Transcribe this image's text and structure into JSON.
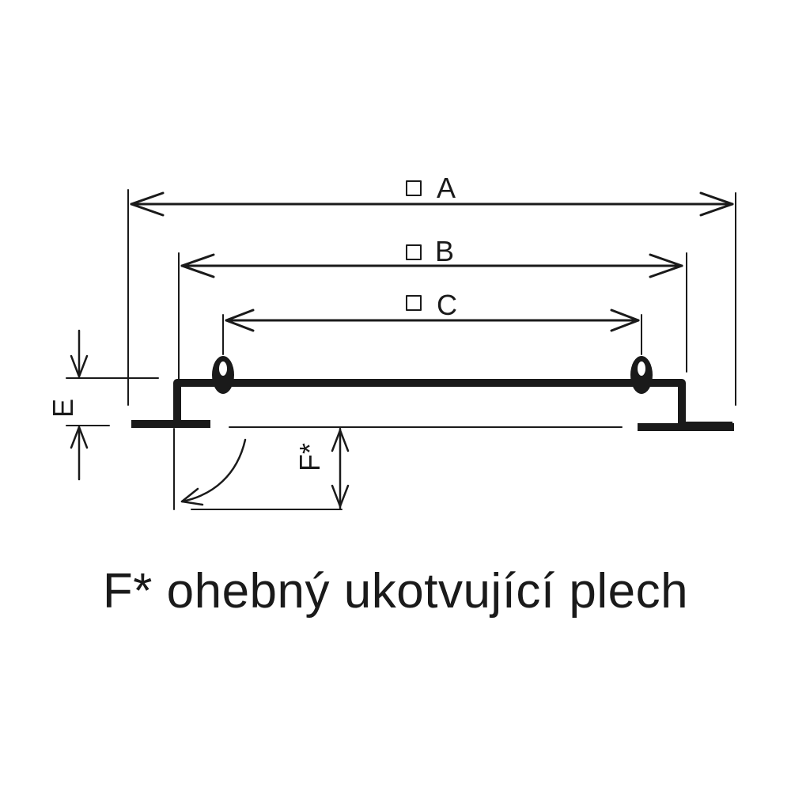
{
  "dimensions": {
    "a": "A",
    "b": "B",
    "c": "C",
    "e": "E",
    "f": "F*"
  },
  "caption": "F* ohebný ukotvující plech",
  "colors": {
    "ink": "#1a1a1a",
    "background": "#ffffff"
  }
}
